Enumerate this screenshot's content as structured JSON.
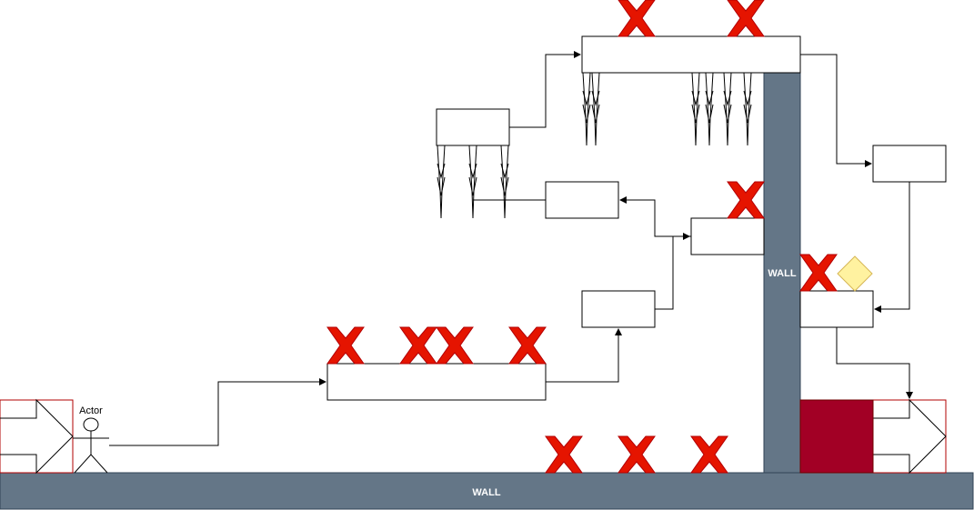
{
  "diagram": {
    "floor_wall_label": "WALL",
    "vertical_wall_label": "WALL",
    "actor_label": "Actor",
    "colors": {
      "wall_fill": "#647687",
      "wall_stroke": "#314354",
      "cross_fill": "#e51400",
      "cross_stroke": "#b20000",
      "diamond_fill": "#fff2a0",
      "diamond_stroke": "#d6b656",
      "goal_block": "#a20025",
      "entry_stroke": "#b20000"
    }
  }
}
